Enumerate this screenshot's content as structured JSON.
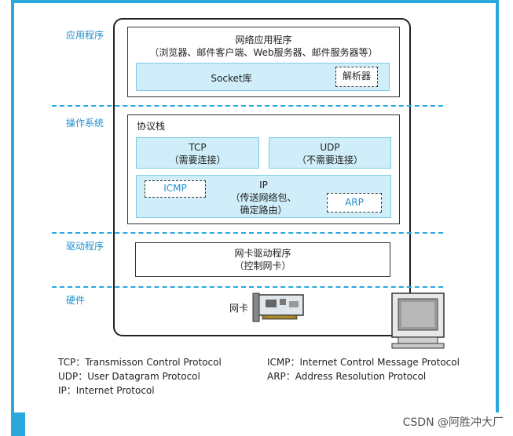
{
  "layers": {
    "application": "应用程序",
    "os": "操作系统",
    "driver": "驱动程序",
    "hardware": "硬件"
  },
  "app_box": {
    "title": "网络应用程序",
    "subtitle": "（浏览器、邮件客户端、Web服务器、邮件服务器等）",
    "socket": "Socket库",
    "resolver": "解析器"
  },
  "stack": {
    "title": "协议栈",
    "tcp": "TCP",
    "tcp_sub": "（需要连接）",
    "udp": "UDP",
    "udp_sub": "（不需要连接）",
    "icmp": "ICMP",
    "ip": "IP",
    "ip_sub1": "（传送网络包、",
    "ip_sub2": "确定路由）",
    "arp": "ARP"
  },
  "driver_box": {
    "title": "网卡驱动程序",
    "subtitle": "（控制网卡）"
  },
  "hardware": {
    "nic": "网卡"
  },
  "legend": {
    "left": [
      "TCP：Transmisson Control Protocol",
      "UDP：User Datagram Protocol",
      "IP：Internet Protocol"
    ],
    "right": [
      "ICMP：Internet Control Message Protocol",
      "ARP：Address Resolution Protocol"
    ]
  },
  "watermark": "CSDN @阿胜冲大厂",
  "colors": {
    "accent": "#2aa7dc",
    "light_blue": "#cfeef9",
    "layer_text": "#1f8fcf"
  }
}
